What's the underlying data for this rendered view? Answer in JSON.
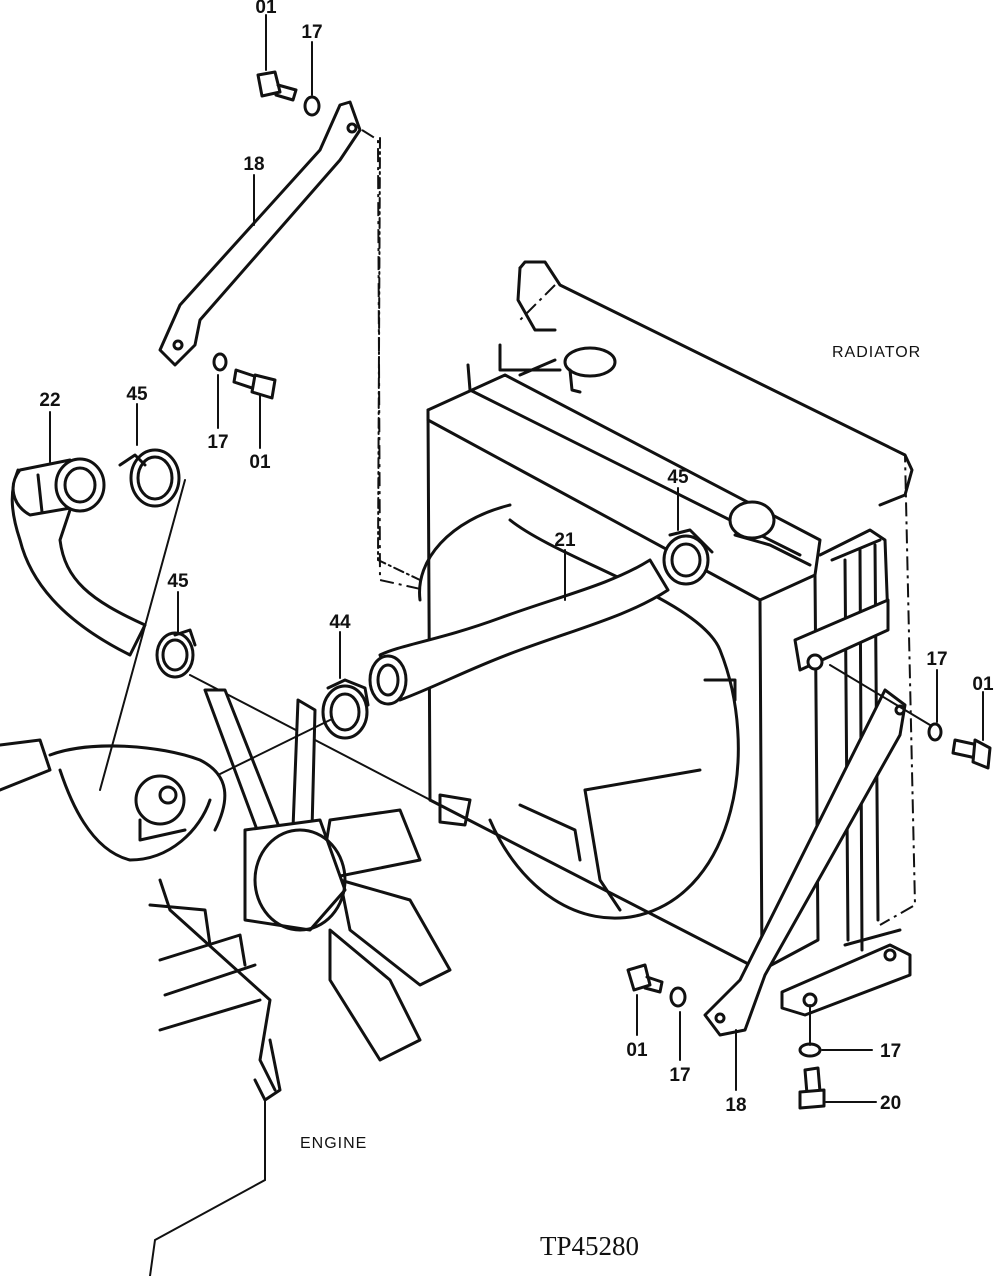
{
  "diagram": {
    "drawing_number": "TP45280",
    "assembly_labels": {
      "radiator": "RADIATOR",
      "engine": "ENGINE"
    },
    "callouts": [
      {
        "id": "c01a",
        "text": "01"
      },
      {
        "id": "c17a",
        "text": "17"
      },
      {
        "id": "c18a",
        "text": "18"
      },
      {
        "id": "c17b",
        "text": "17"
      },
      {
        "id": "c01b",
        "text": "01"
      },
      {
        "id": "c22",
        "text": "22"
      },
      {
        "id": "c45a",
        "text": "45"
      },
      {
        "id": "c45b",
        "text": "45"
      },
      {
        "id": "c44",
        "text": "44"
      },
      {
        "id": "c21",
        "text": "21"
      },
      {
        "id": "c45c",
        "text": "45"
      },
      {
        "id": "c17c",
        "text": "17"
      },
      {
        "id": "c01c",
        "text": "01"
      },
      {
        "id": "c01d",
        "text": "01"
      },
      {
        "id": "c17d",
        "text": "17"
      },
      {
        "id": "c18b",
        "text": "18"
      },
      {
        "id": "c17e",
        "text": "17"
      },
      {
        "id": "c20",
        "text": "20"
      }
    ]
  }
}
